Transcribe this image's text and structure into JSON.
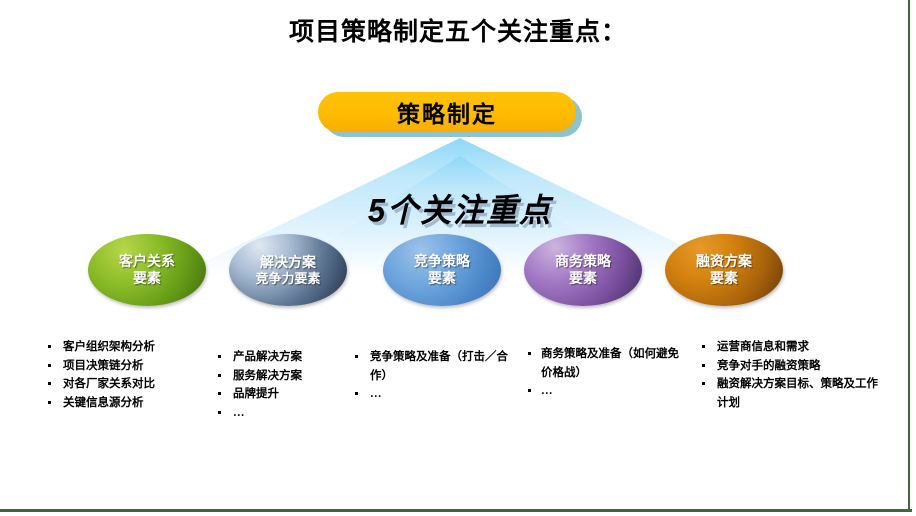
{
  "slide": {
    "title": "项目策略制定五个关注重点：",
    "frame_color": "#44663f",
    "background": "#ffffff"
  },
  "top_banner": {
    "label": "策略制定",
    "fill_color": "#ffbb00",
    "shadow_color": "#8dc3cc"
  },
  "arrow": {
    "label": "5个关注重点",
    "fill_start": "#eaf6fd",
    "fill_end": "#63c8f5"
  },
  "nodes": [
    {
      "name": "customer-relationship",
      "line1": "客户关系",
      "line2": "要素",
      "color": "#6aa018"
    },
    {
      "name": "solution-competitiveness",
      "line1": "解决方案",
      "line2": "竞争力要素",
      "color": "#5f7795"
    },
    {
      "name": "competition-strategy",
      "line1": "竞争策略",
      "line2": "要素",
      "color": "#4a86c8"
    },
    {
      "name": "business-strategy",
      "line1": "商务策略",
      "line2": "要素",
      "color": "#7a4f9e"
    },
    {
      "name": "financing-solution",
      "line1": "融资方案",
      "line2": "要素",
      "color": "#a8620a"
    }
  ],
  "columns": [
    {
      "name": "customer-relationship-points",
      "items": [
        "客户组织架构分析",
        "项目决策链分析",
        "对各厂家关系对比",
        "关键信息源分析"
      ]
    },
    {
      "name": "solution-points",
      "items": [
        "产品解决方案",
        "服务解决方案",
        "品牌提升",
        "…"
      ]
    },
    {
      "name": "competition-points",
      "items": [
        "竞争策略及准备（打击／合作）",
        "…"
      ]
    },
    {
      "name": "business-points",
      "items": [
        "商务策略及准备（如何避免价格战）",
        "…"
      ]
    },
    {
      "name": "financing-points",
      "items": [
        "运营商信息和需求",
        "竞争对手的融资策略",
        "融资解决方案目标、策略及工作计划"
      ]
    }
  ]
}
